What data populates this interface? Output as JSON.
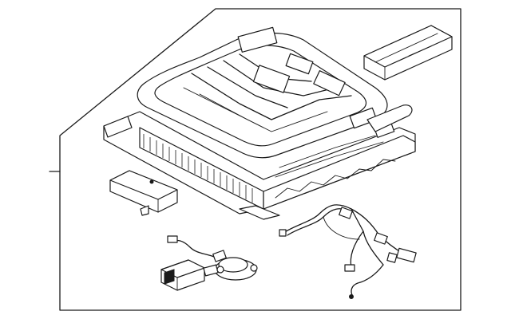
{
  "diagram": {
    "background": "#ffffff",
    "line_color": "#1a1a1a",
    "parts": [
      {
        "name": "seat-frame-assembly"
      },
      {
        "name": "side-cover-pad"
      },
      {
        "name": "control-module"
      },
      {
        "name": "wire-harness"
      },
      {
        "name": "motor-assembly"
      }
    ],
    "callout": "leader-line"
  }
}
